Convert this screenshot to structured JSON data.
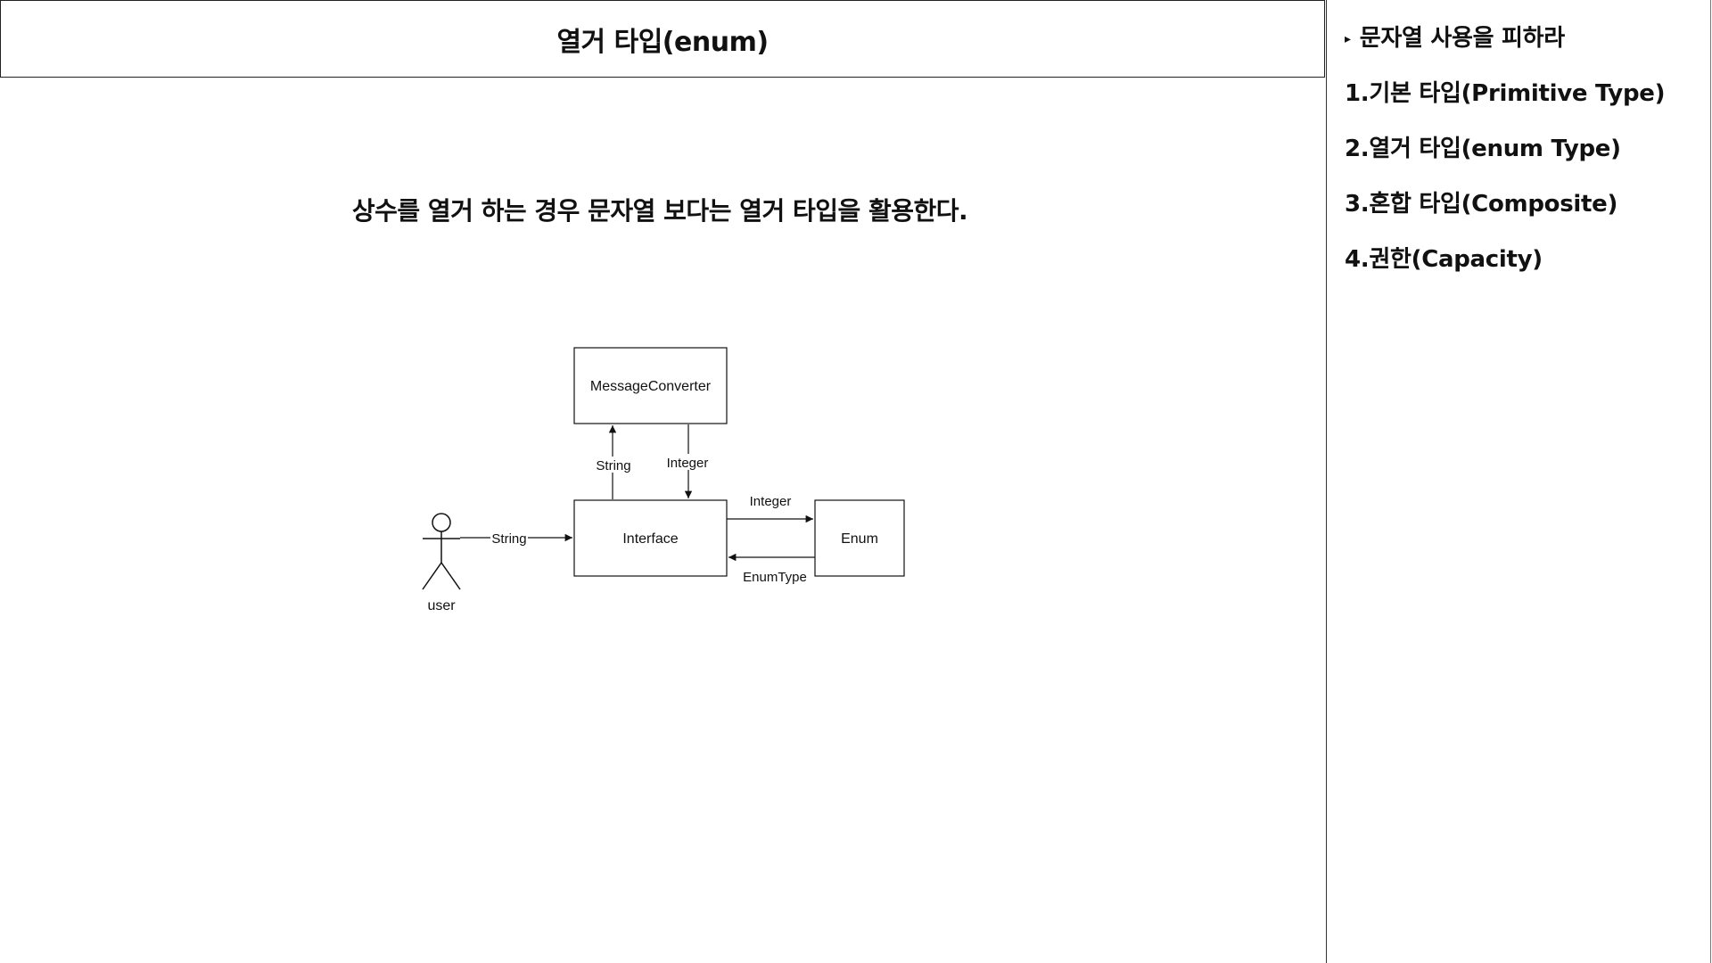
{
  "header": {
    "title": "열거 타입(enum)"
  },
  "sidebar": {
    "items": [
      {
        "bullet": "▸",
        "label": "문자열 사용을 피하라"
      },
      {
        "label": "1.기본 타입(Primitive Type)"
      },
      {
        "label": "2.열거 타입(enum Type)"
      },
      {
        "label": "3.혼합 타입(Composite)"
      },
      {
        "label": "4.권한(Capacity)"
      }
    ]
  },
  "main": {
    "subtitle": "상수를 열거 하는 경우 문자열 보다는 열거 타입을 활용한다."
  },
  "diagram": {
    "actor": {
      "label": "user"
    },
    "nodes": {
      "message_converter": "MessageConverter",
      "interface": "Interface",
      "enum": "Enum"
    },
    "edges": {
      "user_to_interface": "String",
      "interface_to_converter": "String",
      "converter_to_interface": "Integer",
      "interface_to_enum": "Integer",
      "enum_to_interface": "EnumType"
    }
  }
}
